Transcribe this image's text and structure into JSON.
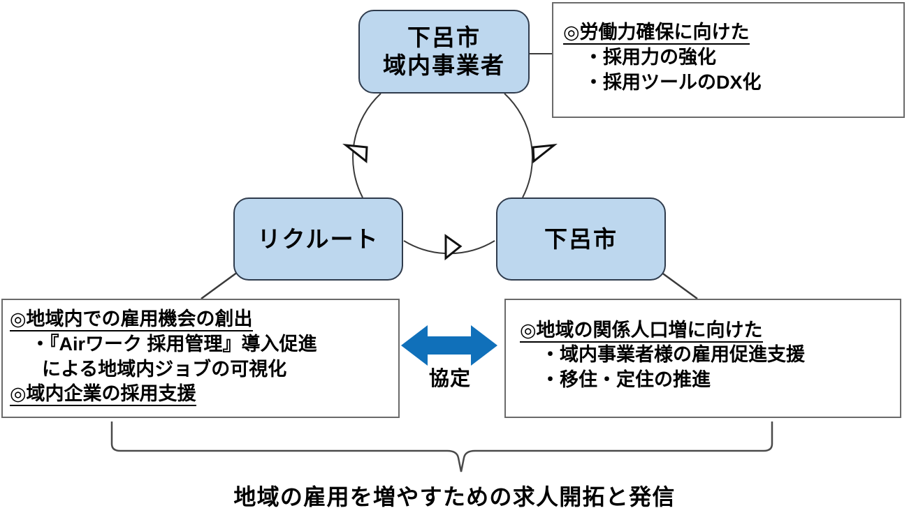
{
  "diagram": {
    "title_caption": "地域の雇用を増やすための求人開拓と発信",
    "center_relation_label": "協定",
    "accent_arrow_color": "#1070ba",
    "node_fill_color": "#bdd7ee",
    "node_border_color": "#2f3b4c",
    "box_border_color": "#6a6a6a",
    "nodes": [
      {
        "id": "gero-city-local-businesses",
        "lines": [
          "下呂市",
          "域内事業者"
        ]
      },
      {
        "id": "recruit",
        "lines": [
          "リクルート"
        ]
      },
      {
        "id": "gero-city",
        "lines": [
          "下呂市"
        ]
      }
    ],
    "detail_boxes": [
      {
        "id": "labor-force-securing",
        "heading": "◎労働力確保に向けた",
        "items": [
          "・採用力の強化",
          "・採用ツールのDX化"
        ]
      },
      {
        "id": "local-employment-creation",
        "heading": "◎地域内での雇用機会の創出",
        "items": [
          "・『Airワーク 採用管理』導入促進",
          "による地域内ジョブの可視化"
        ],
        "heading2": "◎域内企業の採用支援"
      },
      {
        "id": "related-population-increase",
        "heading": "◎地域の関係人口増に向けた",
        "items": [
          "・域内事業者様の雇用促進支援",
          "・移住・定住の推進"
        ]
      }
    ]
  }
}
